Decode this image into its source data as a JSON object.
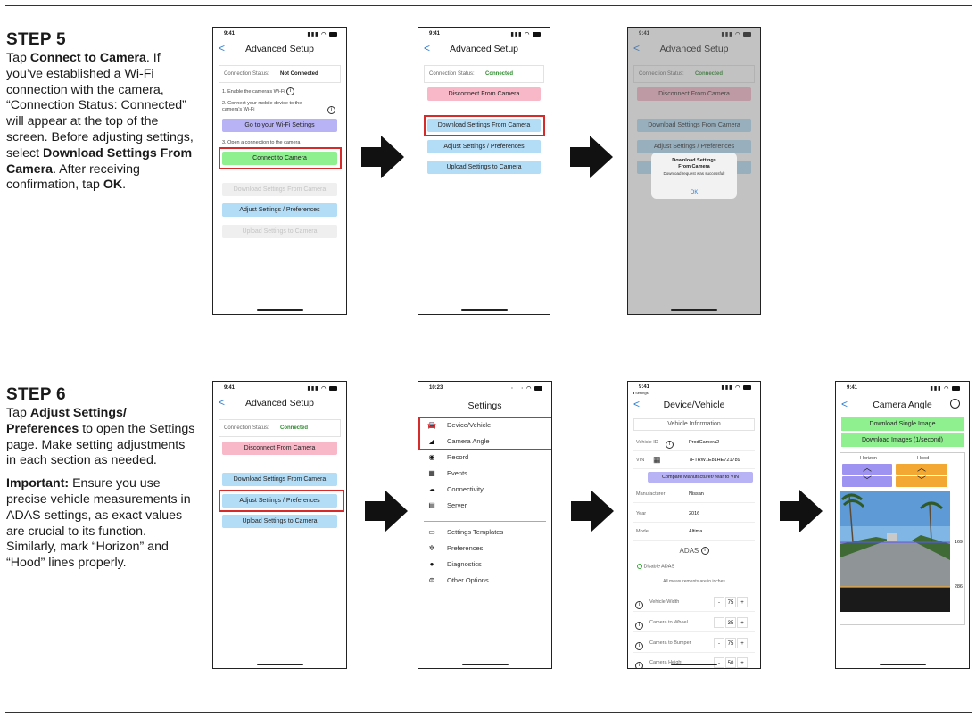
{
  "step5": {
    "title": "STEP 5",
    "t1": "Tap ",
    "b1": "Connect to Camera",
    "t2": ". If you’ve established a Wi-Fi connection with the camera, “Connection Status: Connected” will appear at the top of the screen. Before adjusting settings, select ",
    "b2": "Download Settings From Camera",
    "t3": ". After receiving confirmation, tap ",
    "b3": "OK",
    "t4": "."
  },
  "step6": {
    "title": "STEP 6",
    "t1": "Tap ",
    "b1": "Adjust Settings/ Preferences",
    "t2": " to open the Settings page. Make setting adjustments in each section as needed.",
    "b2": "Important:",
    "t3": " Ensure you use precise vehicle measurements in ADAS settings, as exact values are crucial to its function. Similarly, mark “Horizon” and “Hood” lines properly."
  },
  "status": {
    "time": "9:41",
    "time2": "10:23",
    "back": "<"
  },
  "advanced": {
    "title": "Advanced Setup",
    "connection_label": "Connection Status:",
    "not_connected": "Not Connected",
    "connected": "Connected",
    "hint1": "1. Enable the camera's Wi-Fi",
    "hint2": "2. Connect your mobile device to the camera's Wi-Fi",
    "hint3": "3. Open a connection to the camera",
    "wifi_btn": "Go to your Wi-Fi Settings",
    "connect_btn": "Connect to Camera",
    "disconnect_btn": "Disconnect From Camera",
    "download_btn": "Download Settings From Camera",
    "adjust_btn": "Adjust Settings / Preferences",
    "upload_btn": "Upload Settings to Camera"
  },
  "alert": {
    "title": "Download Settings From Camera",
    "message": "Download request was successful!",
    "ok": "OK"
  },
  "settings": {
    "title": "Settings",
    "items": [
      "Device/Vehicle",
      "Camera Angle",
      "Record",
      "Events",
      "Connectivity",
      "Server"
    ],
    "items2": [
      "Settings Templates",
      "Preferences",
      "Diagnostics",
      "Other Options"
    ]
  },
  "device": {
    "back_label": "◂ Settings",
    "title": "Device/Vehicle",
    "vehicle_info": "Vehicle Information",
    "vehicle_id_label": "Vehicle ID",
    "vehicle_id": "ProdCamera2",
    "vin_label": "VIN",
    "vin": "7FTRW1E81HE721789",
    "compare_btn": "Compare Manufacturer/Year to VIN",
    "manufacturer_label": "Manufacturer",
    "manufacturer": "Nissan",
    "year_label": "Year",
    "year": "2016",
    "model_label": "Model",
    "model": "Altima",
    "adas": "ADAS",
    "disable_adas": "Disable ADAS",
    "units_note": "All measurements are in inches",
    "rows": [
      {
        "label": "Vehicle Width",
        "value": "75"
      },
      {
        "label": "Camera to Wheel",
        "value": "35"
      },
      {
        "label": "Camera to Bumper",
        "value": "75"
      },
      {
        "label": "Camera Height",
        "value": "50"
      }
    ],
    "minus": "-",
    "plus": "+"
  },
  "camera": {
    "title": "Camera Angle",
    "single_btn": "Download Single Image",
    "multi_btn": "Download Images (1/second)",
    "horizon": "Horizon",
    "hood": "Hood",
    "horizon_value": "169",
    "hood_value": "286"
  }
}
